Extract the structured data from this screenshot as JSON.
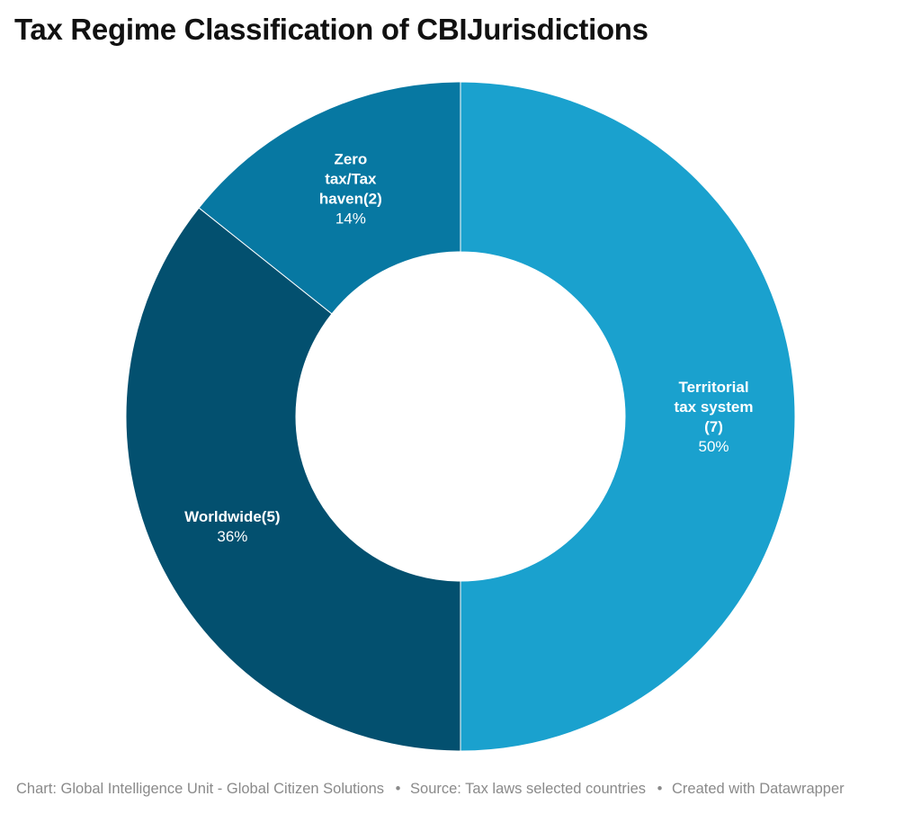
{
  "chart_data": {
    "type": "pie",
    "title": "Tax Regime Classification of CBIJurisdictions",
    "donut": true,
    "slices": [
      {
        "label_lines": [
          "Territorial",
          "tax system",
          "(7)"
        ],
        "value": 7,
        "percent_label": "50%",
        "color": "#1aa1ce"
      },
      {
        "label_lines": [
          "Worldwide(5)"
        ],
        "value": 5,
        "percent_label": "36%",
        "color": "#03506f"
      },
      {
        "label_lines": [
          "Zero",
          "tax/Tax",
          "haven(2)"
        ],
        "value": 2,
        "percent_label": "14%",
        "color": "#0778a2"
      }
    ]
  },
  "footer": {
    "chart_credit": "Chart: Global Intelligence Unit - Global Citizen Solutions",
    "source": "Source: Tax laws selected countries",
    "created_with": "Created with Datawrapper",
    "separator": "•"
  },
  "colors": {
    "label_text": "#ffffff",
    "slice_border": "#ffffff",
    "footer_text": "#8a8a8a"
  }
}
